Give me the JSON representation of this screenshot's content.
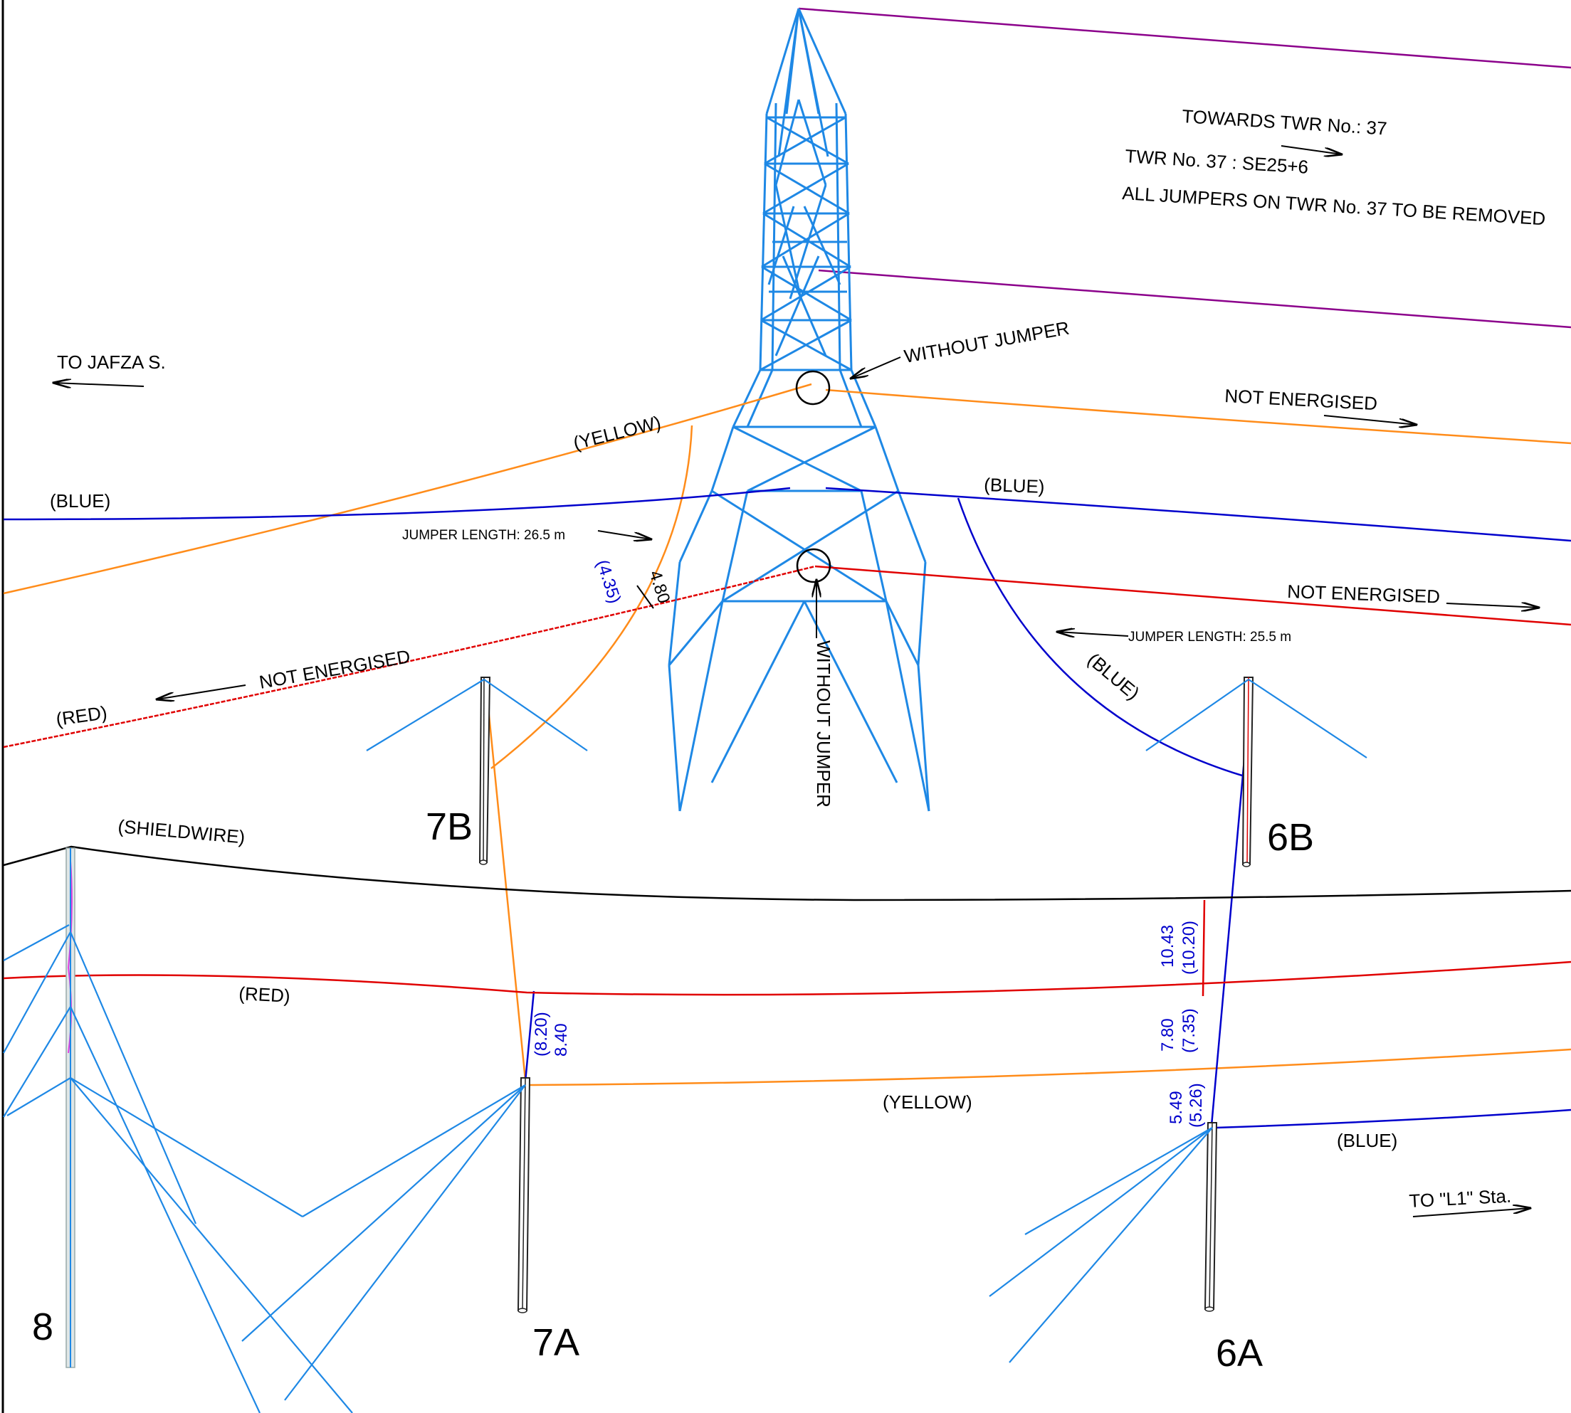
{
  "colors": {
    "blue_phase": "#0000cc",
    "red_phase": "#e00000",
    "yellow_phase": "#ff8c1a",
    "shieldwire": "#000000",
    "existing_line": "#8b008b",
    "tower": "#1e88e5",
    "pole": "#222222"
  },
  "notes": {
    "towards_twr": "TOWARDS TWR No.: 37",
    "twr_id": "TWR No. 37 : SE25+6",
    "jumpers_removed": "ALL JUMPERS ON TWR No. 37 TO BE REMOVED",
    "to_jafza": "TO JAFZA S.",
    "to_l1": "TO \"L1\" Sta."
  },
  "conductor_labels": {
    "yellow_upper": "(YELLOW)",
    "blue_left": "(BLUE)",
    "blue_right": "(BLUE)",
    "blue_jumper": "(BLUE)",
    "red_left": "(RED)",
    "shieldwire": "(SHIELDWIRE)",
    "red_lower": "(RED)",
    "yellow_lower": "(YELLOW)",
    "blue_lower": "(BLUE)"
  },
  "status_labels": {
    "not_energised_upper_right": "NOT ENERGISED",
    "not_energised_mid_right": "NOT ENERGISED",
    "not_energised_left": "NOT ENERGISED",
    "without_jumper_upper": "WITHOUT JUMPER",
    "without_jumper_lower": "WITHOUT JUMPER"
  },
  "jumper_lengths": {
    "left": "JUMPER LENGTH: 26.5 m",
    "right": "JUMPER LENGTH: 25.5 m"
  },
  "dimensions": {
    "yellow_clear": "(4.35)",
    "yellow_main": "4.80",
    "pole7a_clear": "(8.20)",
    "pole7a_main": "8.40",
    "pole6a_top_main": "10.43",
    "pole6a_top_clear": "(10.20)",
    "pole6a_mid_main": "7.80",
    "pole6a_mid_clear": "(7.35)",
    "pole6a_low_main": "5.49",
    "pole6a_low_clear": "(5.26)"
  },
  "poles": {
    "p7b": "7B",
    "p6b": "6B",
    "p7a": "7A",
    "p6a": "6A",
    "p8": "8"
  }
}
